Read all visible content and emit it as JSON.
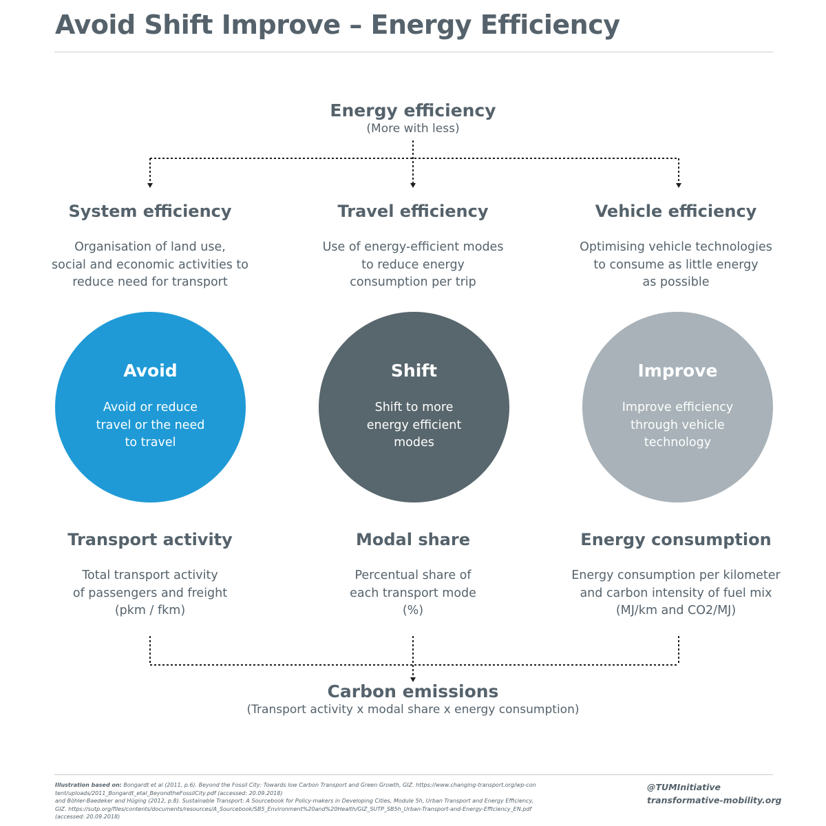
{
  "title": "Avoid Shift Improve – Energy Efficiency",
  "top": {
    "heading": "Energy efficiency",
    "subheading": "(More with less)"
  },
  "columns": [
    {
      "heading": "System efficiency",
      "description": [
        "Organisation of land use,",
        "social and economic activities to",
        "reduce need for transport"
      ],
      "circle_label": "Avoid",
      "circle_description": [
        "Avoid or reduce",
        "travel or the need",
        "to travel"
      ],
      "circle_color": "#1f9ad6",
      "metric_heading": "Transport activity",
      "metric_description": [
        "Total transport activity",
        "of passengers and freight",
        "(pkm / fkm)"
      ]
    },
    {
      "heading": "Travel efficiency",
      "description": [
        "Use of energy-efficient modes",
        "to reduce energy",
        "consumption per trip"
      ],
      "circle_label": "Shift",
      "circle_description": [
        "Shift to more",
        "energy efficient",
        "modes"
      ],
      "circle_color": "#58666d",
      "metric_heading": "Modal share",
      "metric_description": [
        "Percentual share of",
        "each transport mode",
        "(%)"
      ]
    },
    {
      "heading": "Vehicle efficiency",
      "description": [
        "Optimising vehicle technologies",
        "to consume as little energy",
        "as possible"
      ],
      "circle_label": "Improve",
      "circle_description": [
        "Improve efficiency",
        "through vehicle",
        "technology"
      ],
      "circle_color": "#a8b2b8",
      "metric_heading": "Energy consumption",
      "metric_description": [
        "Energy consumption per kilometer",
        "and carbon intensity of fuel mix",
        "(MJ/km and CO2/MJ)"
      ]
    }
  ],
  "bottom": {
    "heading": "Carbon emissions",
    "subheading": "(Transport activity x modal share x energy consumption)"
  },
  "footer": {
    "ref_label": "Illustration based on:",
    "ref_line1": " Bongardt et al (2011, p.6). Beyond the Fossil City: Towards low Carbon Transport and Green Growth, GIZ. https://www.changing-transport.org/wp-content/uploads/2011_Bongardt_etal_BeyondtheFossilCity.pdf (accessed: 20.09.2018)",
    "ref_line2": "and Böhler-Baedeker and Hüging (2012, p.8). Sustainable Transport: A Sourcebook for Policy-makers in Developing Cities, Module 5h, Urban Transport and Energy Efficiency, GIZ. https://sutp.org/files/contents/documents/resources/A_Sourcebook/SB5_Environment%20and%20Health/GIZ_SUTP_SB5h_Urban-Transport-and-Energy-Efficiency_EN.pdf (accessed: 20.09.2018)",
    "handle": "@TUMInitiative",
    "website": "transformative-mobility.org"
  }
}
